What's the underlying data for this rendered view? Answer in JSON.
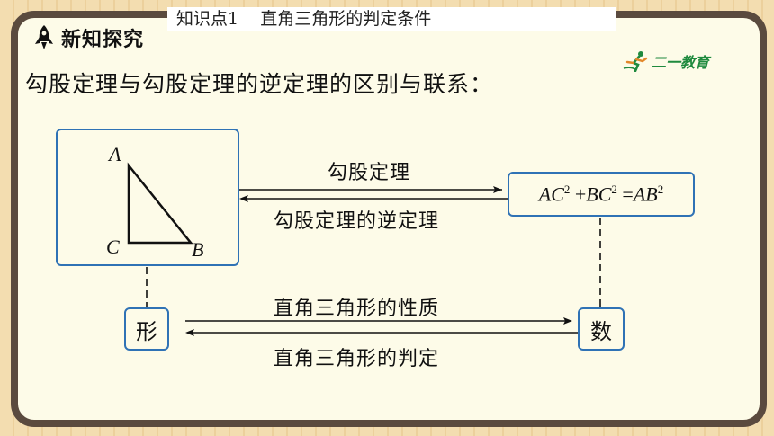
{
  "topic_tab": {
    "text": "知识点1    直角三角形的判定条件"
  },
  "section": {
    "title": "新知探究",
    "icon": "rocket-icon"
  },
  "logo": {
    "text": "二一教育"
  },
  "intro": {
    "text": "勾股定理与勾股定理的逆定理的区别与联系："
  },
  "triangle": {
    "vertex_a": "A",
    "vertex_b": "B",
    "vertex_c": "C"
  },
  "formula": {
    "t1": "AC",
    "s1": "2",
    "op1": " +",
    "t2": "BC",
    "s2": "2",
    "op2": " =",
    "t3": "AB",
    "s3": "2"
  },
  "arrows": {
    "theorem": "勾股定理",
    "converse": "勾股定理的逆定理",
    "property": "直角三角形的性质",
    "determination": "直角三角形的判定"
  },
  "boxes": {
    "shape": "形",
    "number": "数"
  },
  "colors": {
    "accent": "#2f72b5",
    "frame": "#5a4a3e",
    "board": "#fdfbe8",
    "logo": "#1f8a3e"
  }
}
